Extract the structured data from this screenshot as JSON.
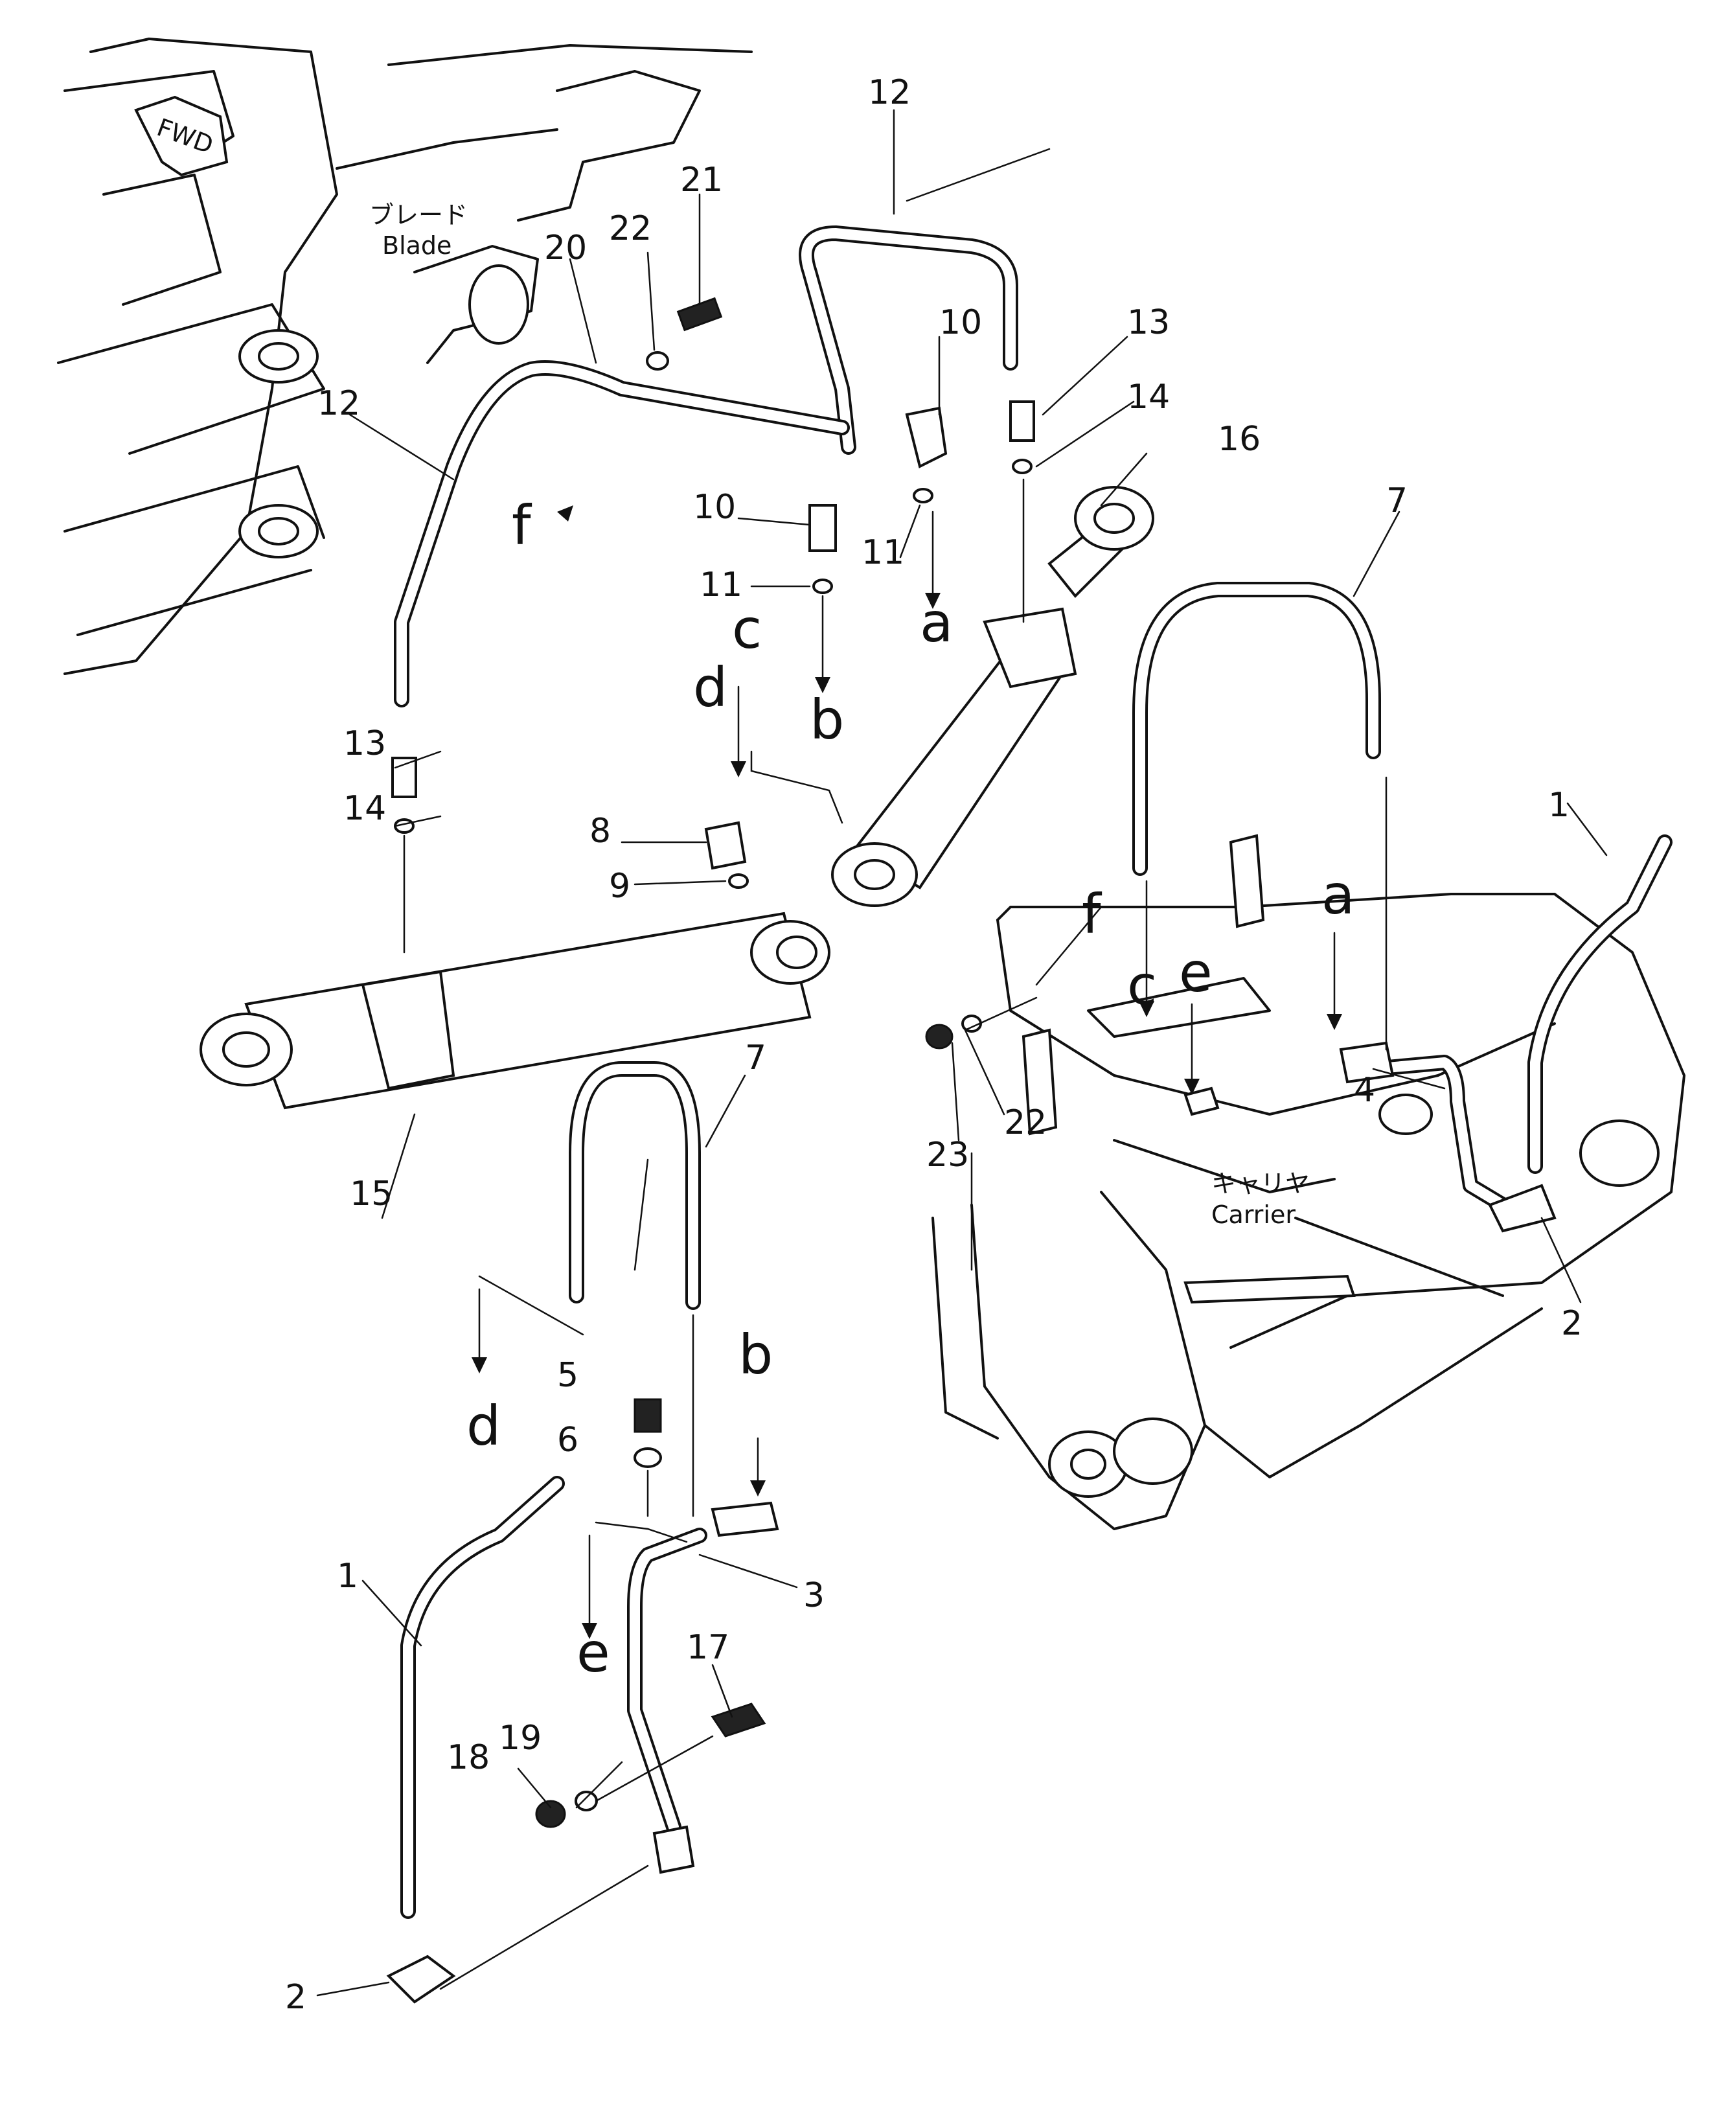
{
  "labels": {
    "blade_jp": "ブレード",
    "blade_en": "Blade",
    "carrier_jp": "キャリヤ",
    "carrier_en": "Carrier",
    "fwd": "FWD"
  },
  "part_numbers": {
    "n1_left": "1",
    "n1_right": "1",
    "n2_left": "2",
    "n2_right": "2",
    "n3": "3",
    "n4": "4",
    "n5": "5",
    "n6": "6",
    "n7_left": "7",
    "n7_right": "7",
    "n8": "8",
    "n9": "9",
    "n10_top": "10",
    "n10_mid": "10",
    "n11_top": "11",
    "n11_mid": "11",
    "n12_top": "12",
    "n12_left": "12",
    "n13_left": "13",
    "n13_right": "13",
    "n14_left": "14",
    "n14_right": "14",
    "n15": "15",
    "n16": "16",
    "n17": "17",
    "n18": "18",
    "n19": "19",
    "n20": "20",
    "n21": "21",
    "n22_top": "22",
    "n22_right": "22",
    "n23": "23"
  },
  "connection_letters": {
    "a_top": "a",
    "a_carrier": "a",
    "b_top": "b",
    "b_bottom": "b",
    "c_top": "c",
    "c_carrier": "c",
    "d_top": "d",
    "d_bottom": "d",
    "e_carrier": "e",
    "e_bottom": "e",
    "f_top": "f",
    "f_carrier": "f"
  }
}
